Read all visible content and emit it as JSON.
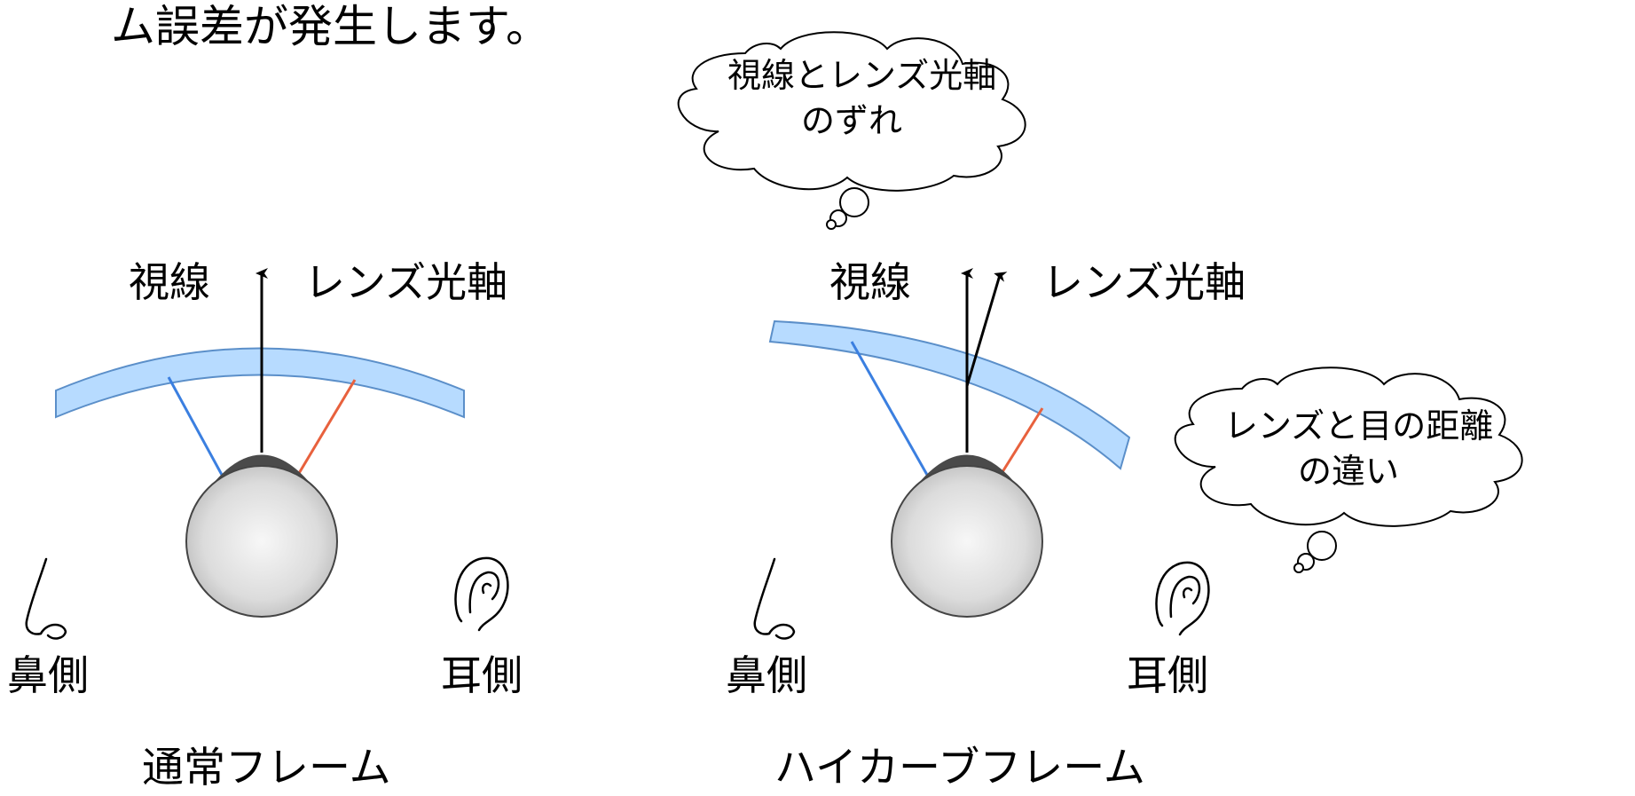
{
  "top_text": "ム誤差が発生します。",
  "bubbles": {
    "gaze_offset": {
      "line1": "視線とレンズ光軸",
      "line2": "のずれ"
    },
    "distance_diff": {
      "line1": "レンズと目の距離",
      "line2": "の違い"
    }
  },
  "left_diagram": {
    "gaze_label": "視線",
    "axis_label": "レンズ光軸",
    "nose_label": "鼻側",
    "ear_label": "耳側",
    "caption": "通常フレーム"
  },
  "right_diagram": {
    "gaze_label": "視線",
    "axis_label": "レンズ光軸",
    "nose_label": "鼻側",
    "ear_label": "耳側",
    "caption": "ハイカーブフレーム"
  },
  "colors": {
    "lens_fill": "#b7dbff",
    "lens_stroke": "#5b8fc9",
    "nasal_ray": "#3b7fe0",
    "temporal_ray": "#e8613d",
    "eye_light": "#f7f7f7",
    "eye_dark": "#bdbdbd",
    "cornea": "#4a4a4a"
  },
  "icons": [
    "nose-icon",
    "ear-icon",
    "thought-bubble-icon",
    "arrow-up-icon"
  ]
}
